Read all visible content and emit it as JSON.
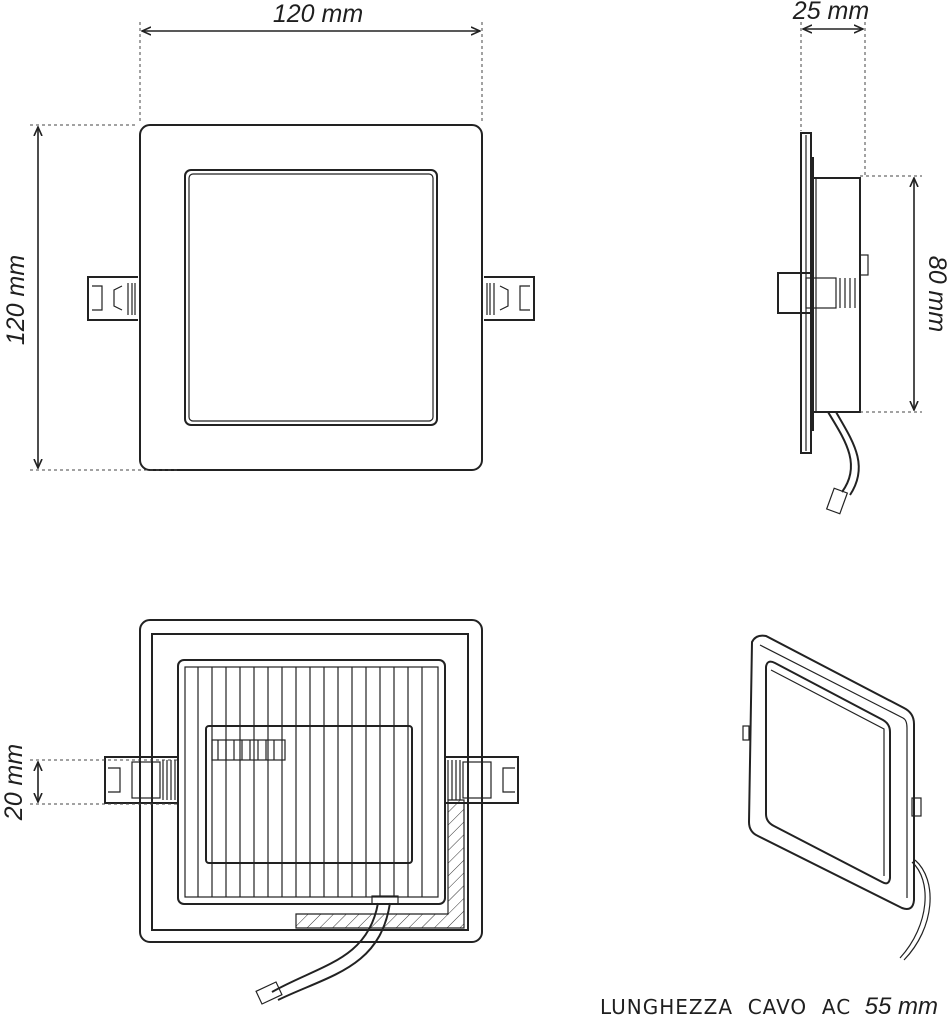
{
  "front_view": {
    "width_label": "120 mm",
    "height_label": "120 mm"
  },
  "side_view": {
    "depth_label": "25 mm",
    "body_height_label": "80 mm"
  },
  "back_view": {
    "clip_label": "20 mm"
  },
  "caption": {
    "text": "LUNGHEZZA  CAVO  AC",
    "value": "55 mm"
  }
}
